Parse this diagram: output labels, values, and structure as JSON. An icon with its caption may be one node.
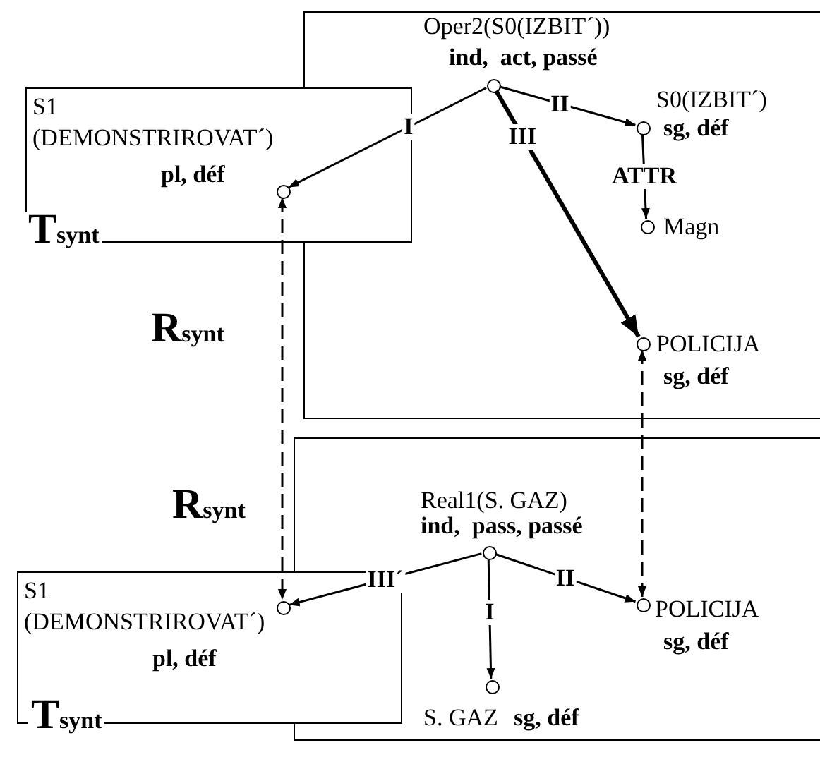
{
  "diagram": {
    "nodes": [
      {
        "text": [],
        "shape": "box"
      },
      {
        "text": [
          "S1 (DEMONSTRIROVAT´)",
          "pl, déf"
        ]
      },
      {
        "text": [],
        "shape": "circle",
        "in": 0,
        "beside": [
          "Oper2(S0(IZBIT´))",
          "ind,  act, passé"
        ]
      },
      {
        "text": [],
        "shape": "circle",
        "in": 1
      },
      {
        "text": [],
        "shape": "circle",
        "in": 0,
        "beside": [
          "S0(IZBIT´)",
          "sg, déf"
        ]
      },
      {
        "text": [],
        "shape": "circle",
        "in": 0,
        "beside": [
          "Magn"
        ]
      },
      {
        "text": [],
        "shape": "circle",
        "in": 0,
        "beside": [
          "POLICIJA",
          "sg, déf"
        ]
      },
      {
        "text": [],
        "shape": "box"
      },
      {
        "text": [
          "S1 (DEMONSTRIROVAT´)",
          "pl, déf"
        ]
      },
      {
        "text": [],
        "shape": "circle",
        "in": 7,
        "beside": [
          "Real1(S. GAZ)",
          "ind,  pass, passé"
        ]
      },
      {
        "text": [],
        "shape": "circle",
        "in": 8
      },
      {
        "text": [],
        "shape": "circle",
        "in": 7,
        "beside": [
          "S. GAZ",
          "sg, déf"
        ]
      },
      {
        "text": [],
        "shape": "circle",
        "in": 7,
        "beside": [
          "POLICIJA",
          "sg, déf"
        ]
      }
    ],
    "edges": [
      {
        "from": 2,
        "to": 3,
        "arrow": "to",
        "label": "I"
      },
      {
        "from": 2,
        "to": 4,
        "arrow": "to",
        "label": "II"
      },
      {
        "from": 2,
        "to": 6,
        "arrow": "to",
        "label": "III",
        "style": "thick"
      },
      {
        "from": 4,
        "to": 5,
        "arrow": "to",
        "label": "ATTR"
      },
      {
        "from": 9,
        "to": 10,
        "arrow": "to",
        "label": "III´"
      },
      {
        "from": 9,
        "to": 11,
        "arrow": "to",
        "label": "I"
      },
      {
        "from": 9,
        "to": 12,
        "arrow": "to",
        "label": "II"
      },
      {
        "from": 3,
        "to": 10,
        "arrow": "both",
        "style": "dashed"
      },
      {
        "from": 6,
        "to": 12,
        "arrow": "both",
        "style": "dashed"
      }
    ],
    "labels": [
      "Tsynt",
      "Rsynt",
      "Rsynt",
      "Tsynt"
    ]
  }
}
